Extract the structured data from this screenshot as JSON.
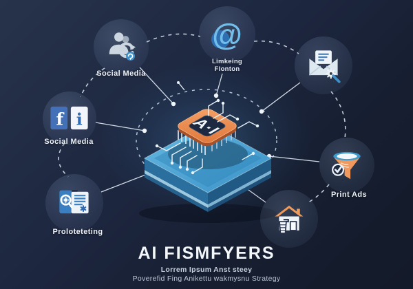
{
  "title_block": {
    "title": "AI FISMFYERS",
    "subtitle1": "Lorrem Ipsum Anst steey",
    "subtitle2": "Poverefid Fing Anikettu wakmysnu Strategy"
  },
  "center": {
    "chip_label": "A·I",
    "illustration": "isometric-ai-chip-on-circuit-board"
  },
  "items": [
    {
      "id": "social-media-people",
      "label": "Social Media",
      "icon": "people-sync-icon"
    },
    {
      "id": "social-media-facebook",
      "label": "Social Media",
      "icon": "facebook-info-icon"
    },
    {
      "id": "limkeing-flonton",
      "label_line1": "Limkeing",
      "label_line2": "Flonton",
      "icon": "at-symbol-icon"
    },
    {
      "id": "email-marketing",
      "label": "",
      "icon": "envelope-wand-icon"
    },
    {
      "id": "print-ads",
      "label": "Print Ads",
      "icon": "funnel-check-icon"
    },
    {
      "id": "real-estate",
      "label": "",
      "icon": "house-bucket-icon"
    },
    {
      "id": "proloteteting",
      "label": "Proloteteting",
      "icon": "document-search-icon"
    }
  ],
  "colors": {
    "background_top": "#27334b",
    "background_bottom": "#131a29",
    "accent_blue": "#4aa3d8",
    "accent_light_blue": "#72bde9",
    "accent_orange": "#ef8f4e",
    "board_blue": "#3c95c8",
    "line_white": "#e6edf5",
    "facebook_blue": "#4470b8",
    "navy_panel": "#1c2940"
  }
}
